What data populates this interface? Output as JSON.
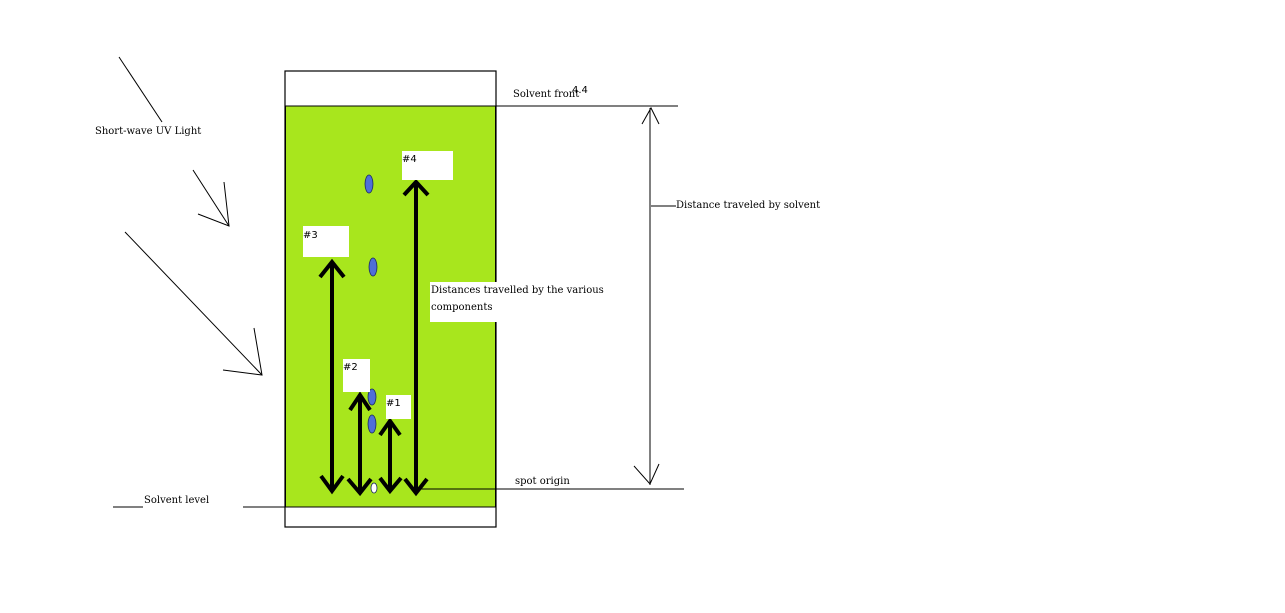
{
  "colors": {
    "solvent": "#a8e61d",
    "spot": "#4f6fd8",
    "line": "#000000"
  },
  "labels": {
    "uv_light": "Short-wave UV Light",
    "solvent_front": "Solvent front",
    "solvent_front_value": "4.4",
    "distance_solvent": "Distance traveled by solvent",
    "distances_components_1": "Distances travelled by the various",
    "distances_components_2": "components",
    "spot_origin": "spot origin",
    "solvent_level": "Solvent level"
  },
  "components": [
    {
      "label": "#1"
    },
    {
      "label": "#2"
    },
    {
      "label": "#3"
    },
    {
      "label": "#4"
    }
  ]
}
